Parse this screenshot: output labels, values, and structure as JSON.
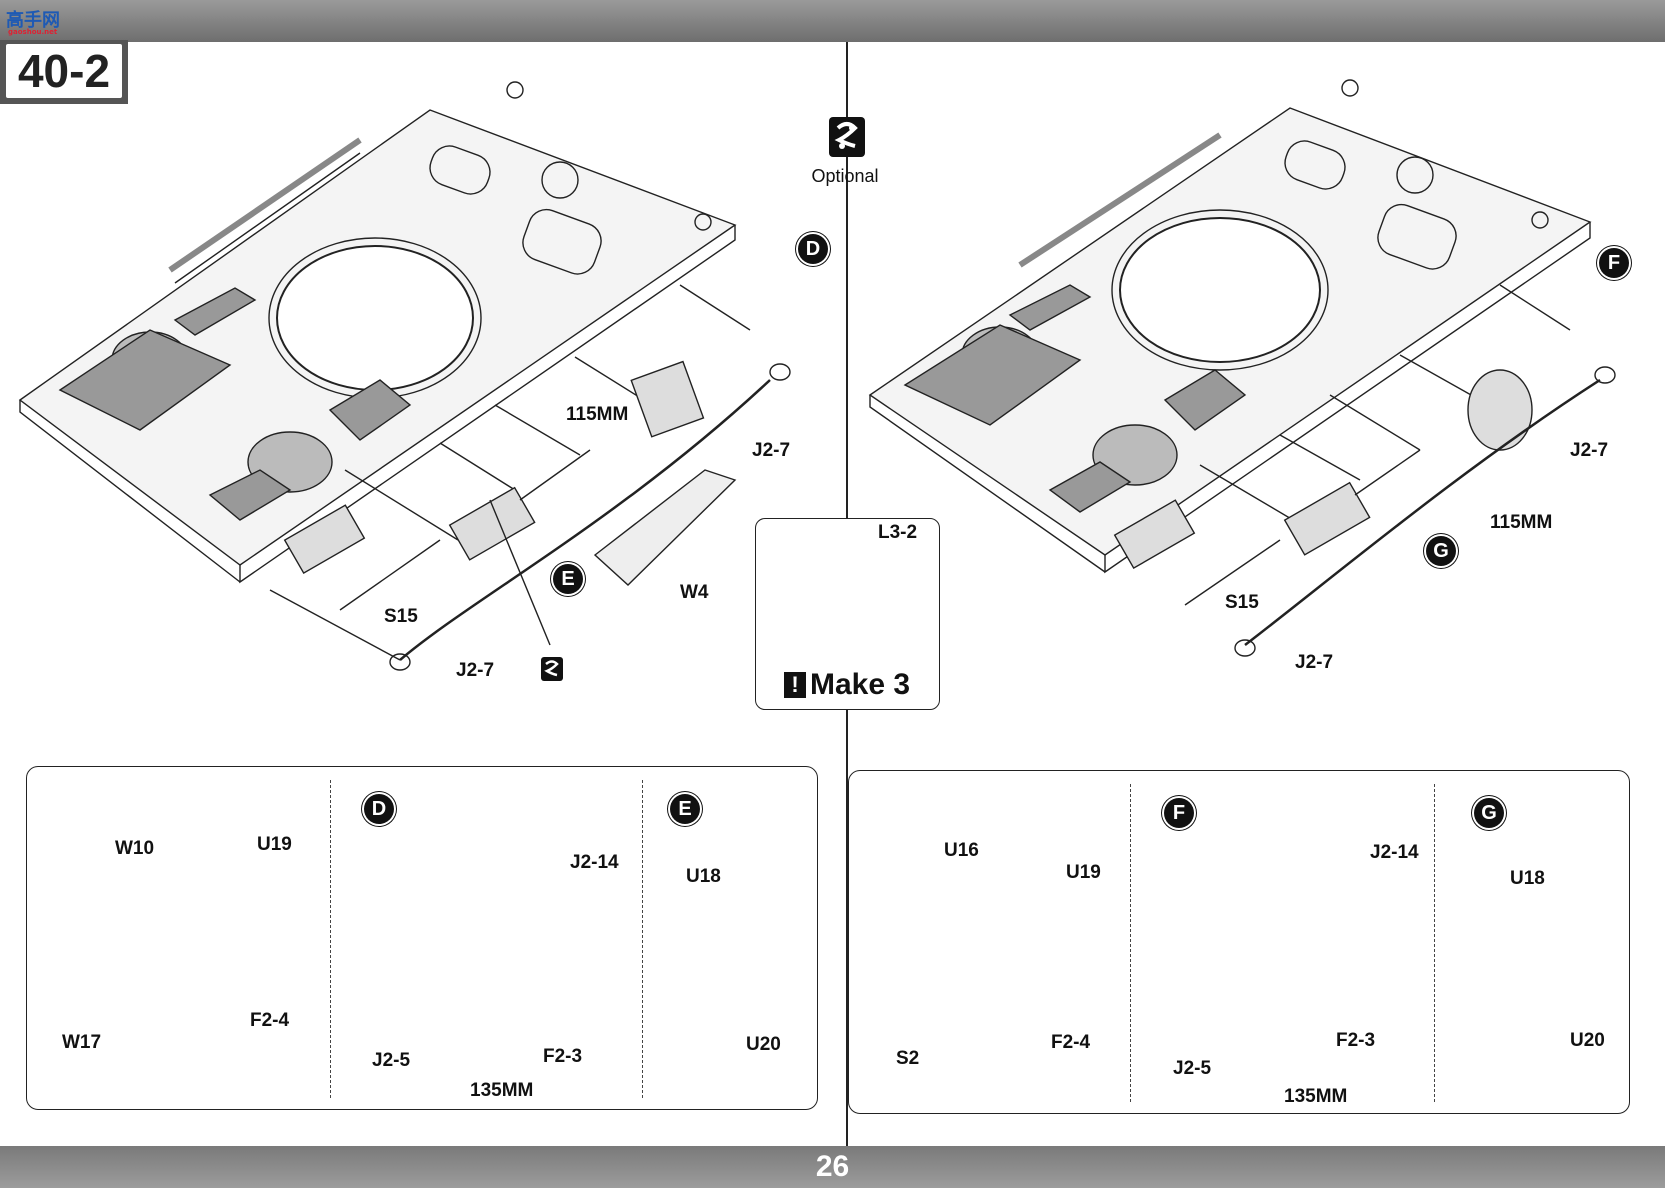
{
  "header": {
    "step_number": "40-2",
    "site_logo_text": "高手网",
    "site_url": "gaoshou.net"
  },
  "optional": {
    "label": "Optional"
  },
  "page_number": "26",
  "left_main": {
    "callouts": [
      "D",
      "E"
    ],
    "labels": {
      "cable": "115MM",
      "tow_top": "J2-7",
      "tow_bottom": "J2-7",
      "panel": "W4",
      "rail": "S15"
    }
  },
  "right_main": {
    "callouts": [
      "F",
      "G"
    ],
    "labels": {
      "cable": "115MM",
      "tow_top": "J2-7",
      "tow_bottom": "J2-7",
      "rail": "S15"
    }
  },
  "make_box": {
    "part": "L3-2",
    "text": "Make 3"
  },
  "detail_left": {
    "sub1": {
      "labels": [
        "W10",
        "U19",
        "F2-4",
        "W17"
      ]
    },
    "sub2": {
      "callout": "D",
      "labels": [
        "J2-14",
        "J2-5",
        "F2-3",
        "135MM"
      ]
    },
    "sub3": {
      "callout": "E",
      "labels": [
        "U18",
        "U20"
      ]
    }
  },
  "detail_right": {
    "sub1": {
      "labels": [
        "U16",
        "U19",
        "F2-4",
        "S2"
      ]
    },
    "sub2": {
      "callout": "F",
      "labels": [
        "J2-14",
        "J2-5",
        "F2-3",
        "135MM"
      ]
    },
    "sub3": {
      "callout": "G",
      "labels": [
        "U18",
        "U20"
      ]
    }
  }
}
